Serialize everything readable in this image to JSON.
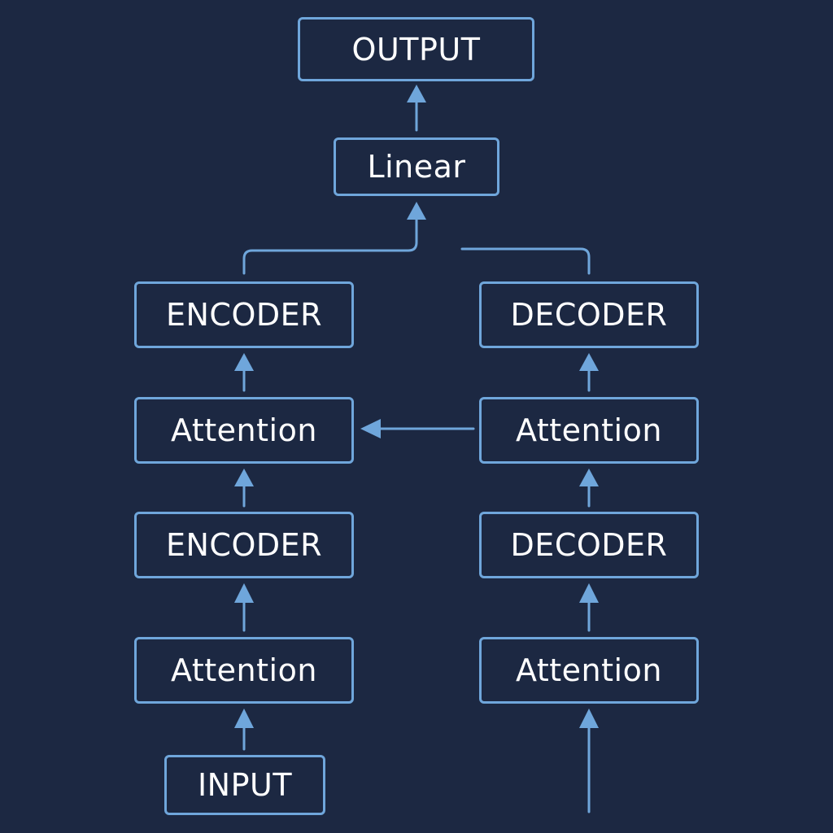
{
  "diagram": {
    "colors": {
      "background": "#1c2842",
      "stroke": "#6fa6db",
      "text": "#ffffff"
    },
    "nodes": {
      "output": "OUTPUT",
      "linear": "Linear",
      "encoder_top": "ENCODER",
      "decoder_top": "DECODER",
      "attention_left_top": "Attention",
      "attention_right_top": "Attention",
      "encoder_bottom": "ENCODER",
      "decoder_bottom": "DECODER",
      "attention_left_bottom": "Attention",
      "attention_right_bottom": "Attention",
      "input": "INPUT"
    },
    "edges": [
      {
        "from": "input",
        "to": "attention_left_bottom"
      },
      {
        "from": "attention_left_bottom",
        "to": "encoder_bottom"
      },
      {
        "from": "encoder_bottom",
        "to": "attention_left_top"
      },
      {
        "from": "attention_left_top",
        "to": "encoder_top"
      },
      {
        "from": "encoder_top",
        "to": "linear"
      },
      {
        "from": "linear",
        "to": "output"
      },
      {
        "from": "attention_right_bottom",
        "to": "decoder_bottom"
      },
      {
        "from": "decoder_bottom",
        "to": "attention_right_top"
      },
      {
        "from": "attention_right_top",
        "to": "decoder_top"
      },
      {
        "from": "attention_right_top",
        "to": "attention_left_top"
      }
    ]
  }
}
